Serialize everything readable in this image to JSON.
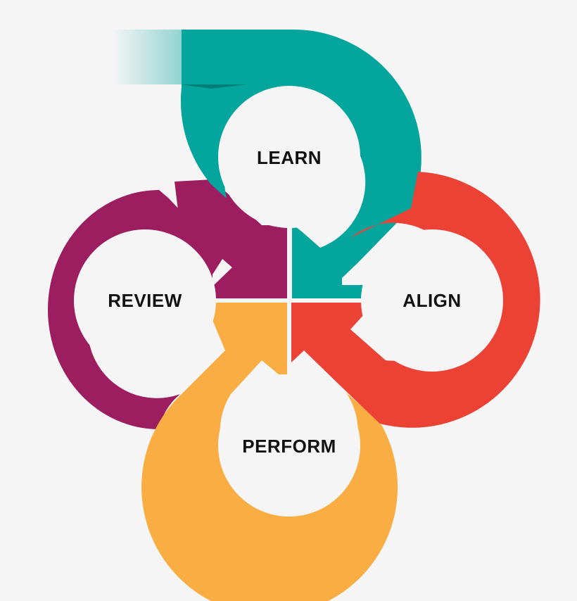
{
  "diagram": {
    "stages": [
      {
        "key": "learn",
        "label": "LEARN",
        "color": "#03a59d"
      },
      {
        "key": "align",
        "label": "ALIGN",
        "color": "#ec4135"
      },
      {
        "key": "perform",
        "label": "PERFORM",
        "color": "#f9ad42"
      },
      {
        "key": "review",
        "label": "REVIEW",
        "color": "#9c1d60"
      }
    ],
    "background_color": "#f5f5f5",
    "inner_circle_color": "#f5f5f5"
  }
}
